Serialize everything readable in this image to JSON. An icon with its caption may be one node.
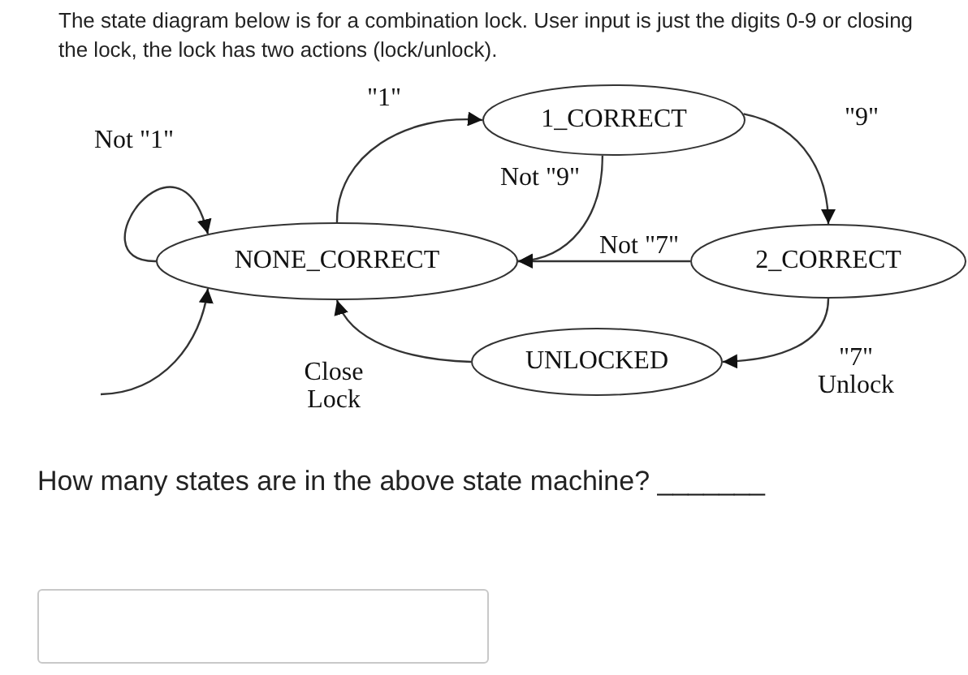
{
  "diagram": {
    "nodes": [
      {
        "text": [
          "1_CORRECT"
        ]
      },
      {
        "text": [
          "NONE_CORRECT"
        ]
      },
      {
        "text": [
          "2_CORRECT"
        ]
      },
      {
        "text": [
          "UNLOCKED"
        ]
      }
    ],
    "edges": [
      {
        "from": 1,
        "to": 1,
        "arrow": "to",
        "label": "Not \"1\""
      },
      {
        "from": null,
        "to": 1,
        "arrow": "to"
      },
      {
        "from": 1,
        "to": 0,
        "arrow": "to",
        "label": "\"1\""
      },
      {
        "from": 0,
        "to": 1,
        "arrow": "to",
        "label": "Not \"9\""
      },
      {
        "from": 0,
        "to": 2,
        "arrow": "to",
        "label": "\"9\""
      },
      {
        "from": 2,
        "to": 1,
        "arrow": "to",
        "label": "Not \"7\""
      },
      {
        "from": 2,
        "to": 3,
        "arrow": "to",
        "label": "\"7\" Unlock"
      },
      {
        "from": 3,
        "to": 1,
        "arrow": "to",
        "label": "Close Lock"
      }
    ],
    "labels": [
      "The state diagram below is for a combination lock. User input is just the digits 0-9 or closing the lock, the lock has two actions (lock/unlock).",
      "How many states are in the above state machine? _______"
    ]
  }
}
